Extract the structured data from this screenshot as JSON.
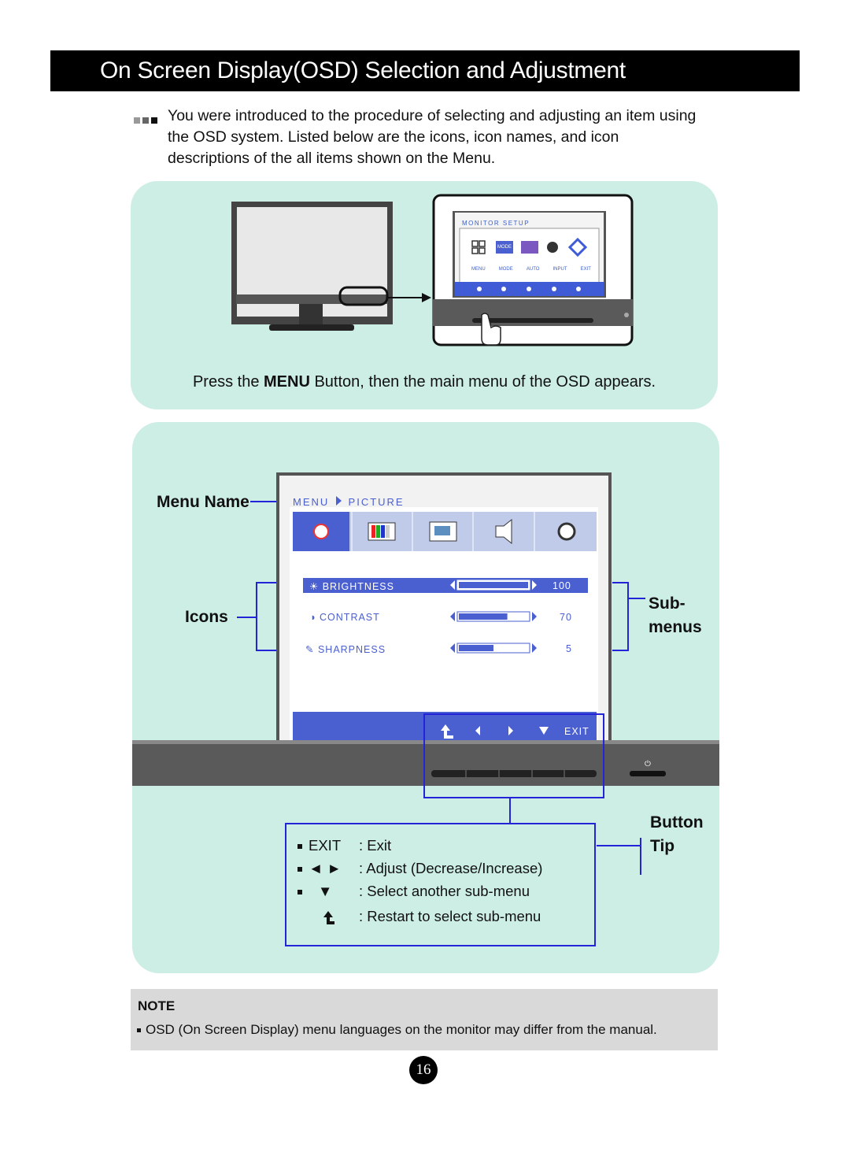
{
  "header": {
    "title": "On Screen Display(OSD) Selection and Adjustment"
  },
  "intro": {
    "text": "You were introduced to the procedure of selecting and adjusting an item using the OSD system. Listed below are the icons, icon names, and icon descriptions of the all items shown on the Menu."
  },
  "step1": {
    "caption_pre": "Press the ",
    "caption_bold": "MENU",
    "caption_post": " Button, then the main menu of the OSD appears.",
    "mini_osd": {
      "title": "MONITOR SETUP",
      "mode_icon_text": "MODE",
      "labels": [
        "MENU",
        "MODE",
        "AUTO",
        "INPUT",
        "EXIT"
      ]
    }
  },
  "step2": {
    "labels": {
      "menu_name": "Menu Name",
      "icons": "Icons",
      "sub_line1": "Sub-",
      "sub_line2": "menus",
      "button_line1": "Button",
      "button_line2": "Tip"
    },
    "osd": {
      "breadcrumb_root": "MENU",
      "breadcrumb_current": "PICTURE",
      "submenus": [
        {
          "label": "BRIGHTNESS",
          "value": "100",
          "level": 1.0
        },
        {
          "label": "CONTRAST",
          "value": "70",
          "level": 0.7
        },
        {
          "label": "SHARPNESS",
          "value": "5",
          "level": 0.5
        }
      ],
      "exit_label": "EXIT"
    },
    "legend": [
      {
        "key": "EXIT",
        "desc": ": Exit"
      },
      {
        "key": "◄ ►",
        "desc": ": Adjust (Decrease/Increase)"
      },
      {
        "key": "▼",
        "desc": ": Select another sub-menu"
      },
      {
        "key": "restart-icon",
        "desc": ": Restart to select sub-menu"
      }
    ]
  },
  "note": {
    "title": "NOTE",
    "text": "OSD (On Screen Display) menu languages on the monitor may differ from the manual."
  },
  "page_number": "16",
  "colors": {
    "panel": "#cdeee5",
    "osd_blue": "#4a5fd0",
    "highlight": "#2323d8"
  }
}
